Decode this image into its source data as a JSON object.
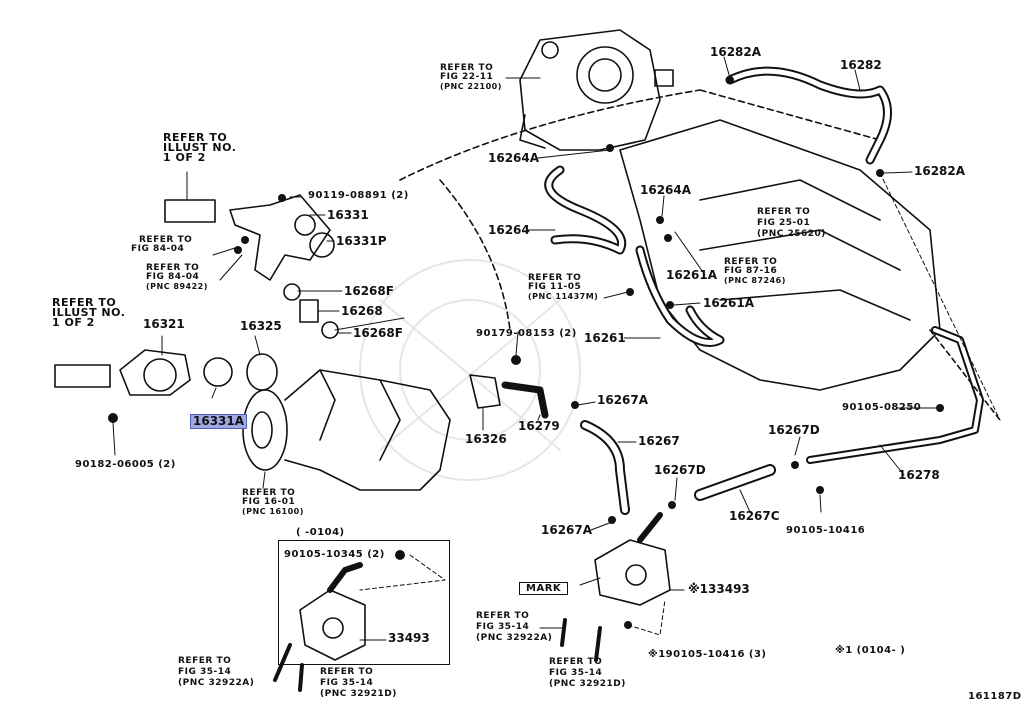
{
  "diagram_id": "161187D",
  "colors": {
    "line": "#111111",
    "highlight": "#9fa9e6"
  },
  "labels": {
    "p16282A_top": "16282A",
    "p16282": "16282",
    "p16282A_right": "16282A",
    "p16264A_left": "16264A",
    "p16264A_mid": "16264A",
    "p16264": "16264",
    "p16261A_a": "16261A",
    "p16261A_b": "16261A",
    "p16261": "16261",
    "p16331": "16331",
    "p16331P": "16331P",
    "p16268F_a": "16268F",
    "p16268": "16268",
    "p16268F_b": "16268F",
    "p16321": "16321",
    "p16325": "16325",
    "p16331A": "16331A",
    "p16326": "16326",
    "p16279": "16279",
    "p16267A_a": "16267A",
    "p16267": "16267",
    "p16267A_b": "16267A",
    "p16267D_a": "16267D",
    "p16267D_b": "16267D",
    "p16267C": "16267C",
    "p16278": "16278",
    "p33493": "33493",
    "p33493_note": "※133493",
    "b90119": "90119-08891 (2)",
    "b90179": "90179-08153 (2)",
    "b90182": "90182-06005 (2)",
    "b90105_08250": "90105-08250",
    "b90105_10416": "90105-10416",
    "b90105_10345": "90105-10345 (2)",
    "b90105_10416_3": "※190105-10416 (3)",
    "range_top": "(      -0104)",
    "range_note": "※1 (0104-        )",
    "mark": "MARK"
  },
  "refs": {
    "r_22_11": [
      "REFER TO",
      "FIG 22-11",
      "(PNC 22100)"
    ],
    "r_illust1": [
      "REFER TO",
      "ILLUST NO.",
      "1 OF 2"
    ],
    "r_84_04a": [
      "REFER TO",
      "FIG 84-04"
    ],
    "r_84_04b": [
      "REFER TO",
      "FIG 84-04",
      "(PNC 89422)"
    ],
    "r_illust2": [
      "REFER TO",
      "ILLUST NO.",
      "1 OF 2"
    ],
    "r_25_01": [
      "REFER TO",
      "FIG 25-01",
      "(PNC 25620)"
    ],
    "r_87_16": [
      "REFER TO",
      "FIG 87-16",
      "(PNC 87246)"
    ],
    "r_11_05": [
      "REFER TO",
      "FIG 11-05",
      "(PNC 11437M)"
    ],
    "r_16_01": [
      "REFER TO",
      "FIG 16-01",
      "(PNC 16100)"
    ],
    "r_35_14a": [
      "REFER TO",
      "FIG 35-14",
      "(PNC 32922A)"
    ],
    "r_35_14b": [
      "REFER TO",
      "FIG 35-14",
      "(PNC 32921D)"
    ],
    "r_35_14c": [
      "REFER TO",
      "FIG 35-14",
      "(PNC 32922A)"
    ],
    "r_35_14d": [
      "REFER TO",
      "FIG 35-14",
      "(PNC 32921D)"
    ]
  }
}
